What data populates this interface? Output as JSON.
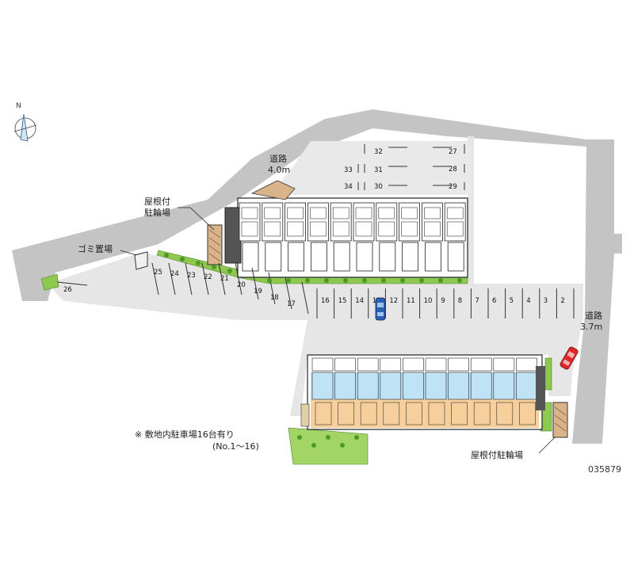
{
  "compass": {
    "north_label": "N",
    "icon": "compass-icon"
  },
  "roads": {
    "upper": {
      "name": "道路",
      "width": "4.0m"
    },
    "right": {
      "name": "道路",
      "width": "3.7m"
    }
  },
  "facilities": {
    "bike_shelter_upper": [
      "屋根付",
      "駐輪場"
    ],
    "garbage": "ゴミ置場",
    "bike_shelter_lower": "屋根付駐輪場"
  },
  "note": {
    "line1": "※ 敷地内駐車場16台有り",
    "line2": "(No.1〜16)"
  },
  "property_id": "035879",
  "parking": {
    "bottom_row": [
      "16",
      "15",
      "14",
      "13",
      "12",
      "11",
      "10",
      "9",
      "8",
      "7",
      "6",
      "5",
      "4",
      "3",
      "2"
    ],
    "left_row": [
      "25",
      "24",
      "23",
      "22",
      "21",
      "20",
      "19",
      "18",
      "17"
    ],
    "lone": "26",
    "top_left": [
      "32",
      "31",
      "30",
      "33",
      "34"
    ],
    "top_right": [
      "27",
      "28",
      "29"
    ]
  },
  "colors": {
    "road": "#c4c4c4",
    "lot": "#e6e6e6",
    "green": "#8fc84f",
    "apartment_blue": "#bfe3f5",
    "apartment_orange": "#f7cf9c",
    "shelter": "#d9b48a",
    "car_blue": "#2a5fb8",
    "car_red": "#e02828"
  }
}
